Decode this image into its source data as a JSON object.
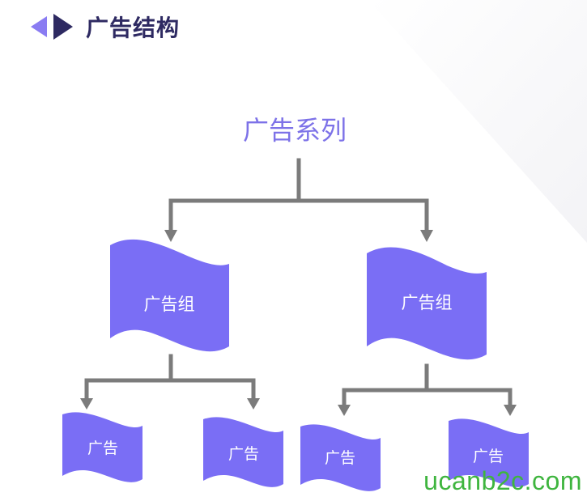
{
  "header": {
    "title": "广告结构",
    "prev_icon": "triangle-left-icon",
    "next_icon": "triangle-right-icon"
  },
  "diagram": {
    "root": "广告系列",
    "groups": [
      {
        "label": "广告组",
        "ads": [
          "广告",
          "广告"
        ]
      },
      {
        "label": "广告组",
        "ads": [
          "广告",
          "广告"
        ]
      }
    ]
  },
  "watermark": "ucanb2c.com",
  "colors": {
    "accent": "#7a6ef5",
    "root_text": "#7d72e8",
    "connector": "#7b7b7b",
    "title": "#2e2a62",
    "header_arrow_light": "#8a7cf2",
    "header_arrow_dark": "#2e2a62",
    "watermark": "#3fb53f"
  }
}
